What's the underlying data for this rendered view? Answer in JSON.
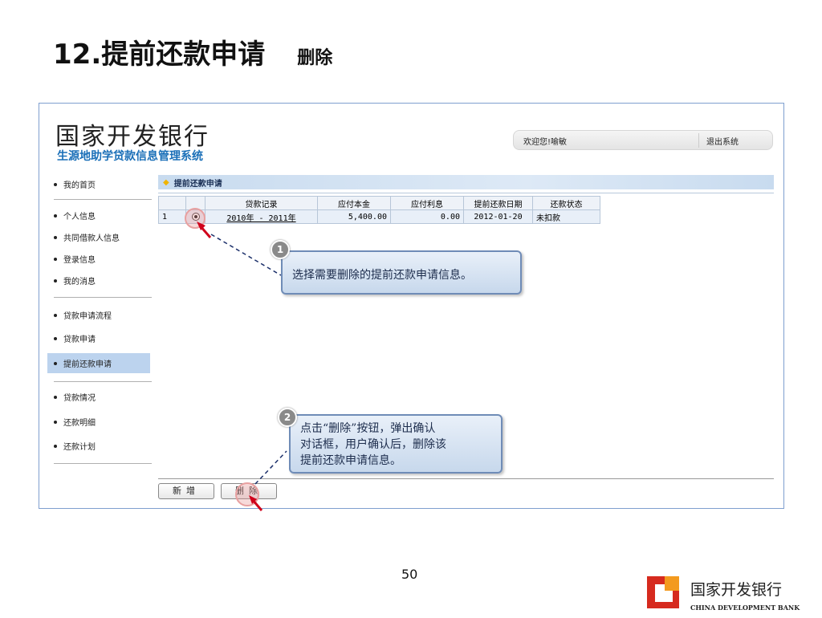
{
  "slide": {
    "title": "12.提前还款申请",
    "subtitle": "删除",
    "page_number": "50"
  },
  "app": {
    "brand_name": "国家开发银行",
    "system_name": "生源地助学贷款信息管理系统",
    "welcome": "欢迎您!喻敏",
    "logout": "退出系统"
  },
  "sidebar": {
    "items": [
      {
        "label": "我的首页",
        "active": false
      },
      {
        "label": "个人信息",
        "active": false
      },
      {
        "label": "共同借款人信息",
        "active": false
      },
      {
        "label": "登录信息",
        "active": false
      },
      {
        "label": "我的消息",
        "active": false
      },
      {
        "label": "贷款申请流程",
        "active": false
      },
      {
        "label": "贷款申请",
        "active": false
      },
      {
        "label": "提前还款申请",
        "active": true
      },
      {
        "label": "贷款情况",
        "active": false
      },
      {
        "label": "还款明细",
        "active": false
      },
      {
        "label": "还款计划",
        "active": false
      }
    ]
  },
  "section": {
    "title": "提前还款申请"
  },
  "table": {
    "headers": [
      "",
      "",
      "贷款记录",
      "应付本金",
      "应付利息",
      "提前还款日期",
      "还款状态"
    ],
    "rows": [
      {
        "index": "1",
        "selected": true,
        "record": "2010年 - 2011年",
        "principal": "5,400.00",
        "interest": "0.00",
        "date": "2012-01-20",
        "status": "未扣款"
      }
    ]
  },
  "buttons": {
    "add": "新增",
    "delete": "删除"
  },
  "callouts": [
    {
      "number": "1",
      "text": "选择需要删除的提前还款申请信息。"
    },
    {
      "number": "2",
      "line1": "点击“删除”按钮，弹出确认",
      "line2": "对话框，用户确认后，删除该",
      "line3": "提前还款申请信息。"
    }
  ],
  "footer": {
    "bank_cn": "国家开发银行",
    "bank_en": "CHINA DEVELOPMENT BANK"
  },
  "colors": {
    "accent": "#1a6fb8",
    "callout_border": "#6f8cb7",
    "arrow": "#d0021b",
    "logo_red": "#d62a1e",
    "logo_orange": "#f39a1e"
  }
}
